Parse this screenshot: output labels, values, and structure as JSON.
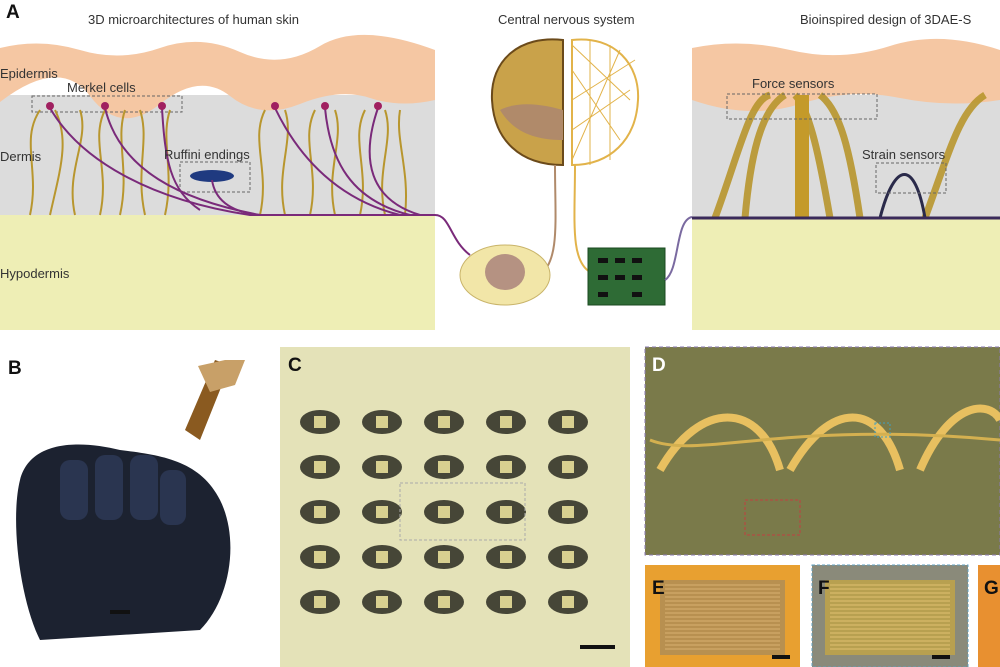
{
  "panel_labels": {
    "a": "A",
    "b": "B",
    "c": "C",
    "d": "D",
    "e": "E",
    "f": "F",
    "g": "G"
  },
  "panel_a": {
    "titles": {
      "skin": "3D microarchitectures of human skin",
      "cns": "Central nervous system",
      "bioinspired": "Bioinspired design of 3DAE-S"
    },
    "layers": {
      "epidermis": "Epidermis",
      "dermis": "Dermis",
      "hypodermis": "Hypodermis"
    },
    "annotations": {
      "merkel": "Merkel cells",
      "ruffini": "Ruffini endings",
      "force": "Force sensors",
      "strain": "Strain sensors"
    }
  },
  "colors": {
    "epidermis": "#f5c7a3",
    "dermis": "#dcdcdc",
    "hypodermis": "#eeeeb5",
    "fiber": "#b8962e",
    "nerve": "#5a2a6a",
    "pcb": "#2e6b35"
  }
}
